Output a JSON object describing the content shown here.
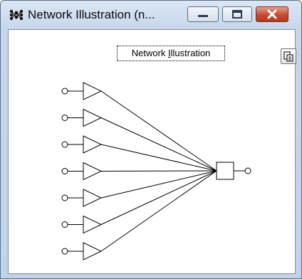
{
  "window": {
    "title": "Network Illustration (n..."
  },
  "network": {
    "title_prefix": "Network ",
    "title_accel": "I",
    "title_suffix": "llustration",
    "input_count": 7,
    "output_count": 1
  },
  "icons": {
    "app": "network-app-icon",
    "minimize": "minimize-icon",
    "maximize": "maximize-icon",
    "close": "close-icon",
    "copy": "copy-icon"
  },
  "colors": {
    "close_button": "#c74a32",
    "titlebar": "#c6d7ec",
    "canvas": "#ffffff",
    "lines": "#000000"
  }
}
